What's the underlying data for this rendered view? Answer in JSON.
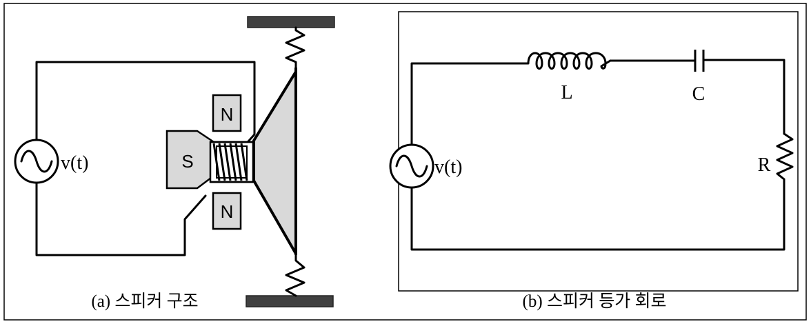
{
  "panel_a": {
    "caption": "(a) 스피커 구조",
    "source_label": "v(t)",
    "magnet_south": "S",
    "magnet_north_top": "N",
    "magnet_north_bottom": "N"
  },
  "panel_b": {
    "caption": "(b) 스피커 등가 회로",
    "source_label": "v(t)",
    "inductor_label": "L",
    "capacitor_label": "C",
    "resistor_label": "R"
  },
  "colors": {
    "magnet_fill": "#d9d9d9",
    "cone_fill": "#d9d9d9",
    "mount_plate": "#404040",
    "line": "#000000"
  }
}
